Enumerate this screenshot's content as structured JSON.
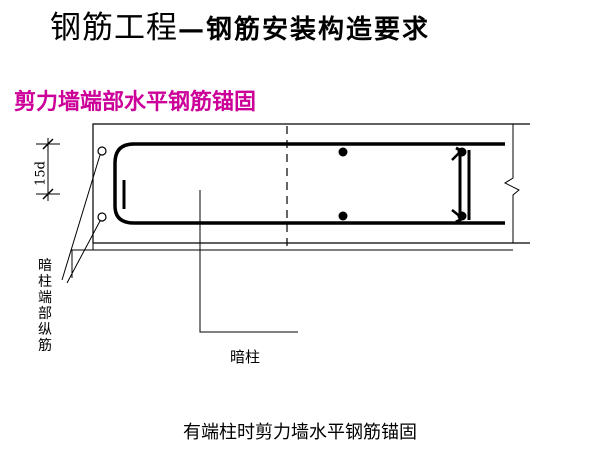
{
  "title": {
    "main": "钢筋工程",
    "sub": "—钢筋安装构造要求"
  },
  "subtitle": "剪力墙端部水平钢筋锚固",
  "diagram": {
    "dimension_label": "15d",
    "column_bar_label": "暗柱端部纵筋",
    "hidden_column_label": "暗柱"
  },
  "caption": "有端柱时剪力墙水平钢筋锚固",
  "colors": {
    "subtitle": "#cc0099",
    "lines": "#000000"
  }
}
